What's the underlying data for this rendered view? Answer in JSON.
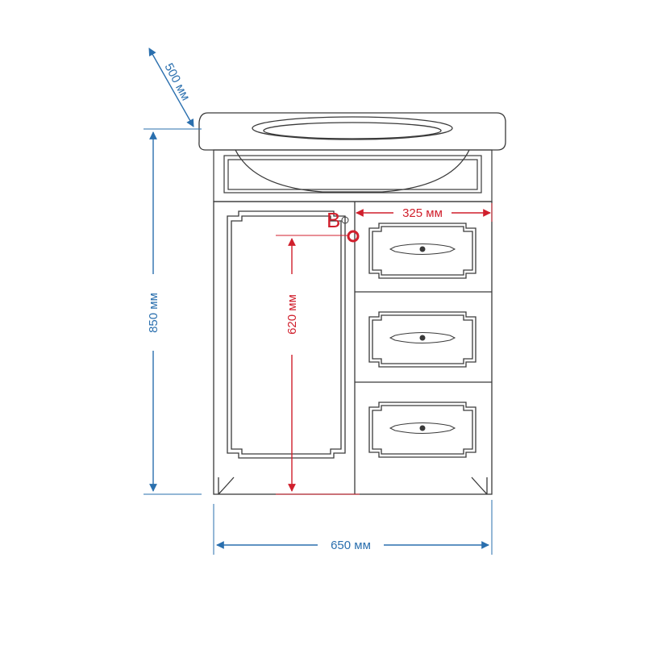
{
  "dimensions": {
    "depth": "500 мм",
    "height": "850 мм",
    "width": "650 мм",
    "door_height": "620 мм",
    "drawer_width": "325 мм"
  },
  "marker": {
    "label": "B"
  },
  "colors": {
    "outline": "#3a3a3a",
    "dimension_blue": "#2a6fae",
    "dimension_red": "#d01f2c",
    "background": "#ffffff"
  },
  "drawers": [
    {
      "handle": "drawer-handle"
    },
    {
      "handle": "drawer-handle"
    },
    {
      "handle": "drawer-handle"
    }
  ]
}
